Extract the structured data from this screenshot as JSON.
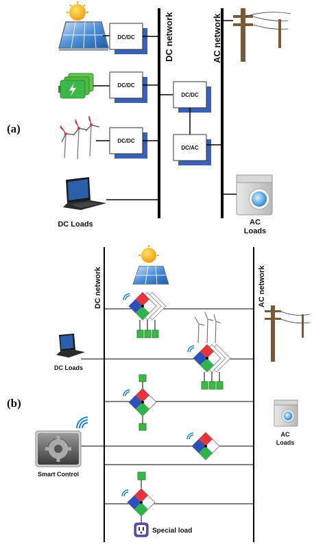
{
  "part_a": {
    "label": "(a)",
    "dc_network": "DC network",
    "ac_network": "AC network",
    "converters": [
      "DC/DC",
      "DC/DC",
      "DC/DC",
      "DC/DC",
      "DC/AC"
    ],
    "dc_loads": "DC Loads",
    "ac_loads_line1": "AC",
    "ac_loads_line2": "Loads"
  },
  "part_b": {
    "label": "(b)",
    "dc_network": "DC network",
    "ac_network": "AC network",
    "dc_loads": "DC Loads",
    "ac_loads_line1": "AC",
    "ac_loads_line2": "Loads",
    "smart_control": "Smart Control",
    "special_load": "Special load"
  },
  "colors": {
    "converter_shadow": "#3a5fb4",
    "panel_blue": "#3b7dd8",
    "battery_green": "#3cb84a",
    "sun": "#f7b719",
    "pole": "#7a5a36",
    "module_red": "#e5343a",
    "module_blue": "#2d4fb8",
    "module_green": "#2fb34a"
  }
}
